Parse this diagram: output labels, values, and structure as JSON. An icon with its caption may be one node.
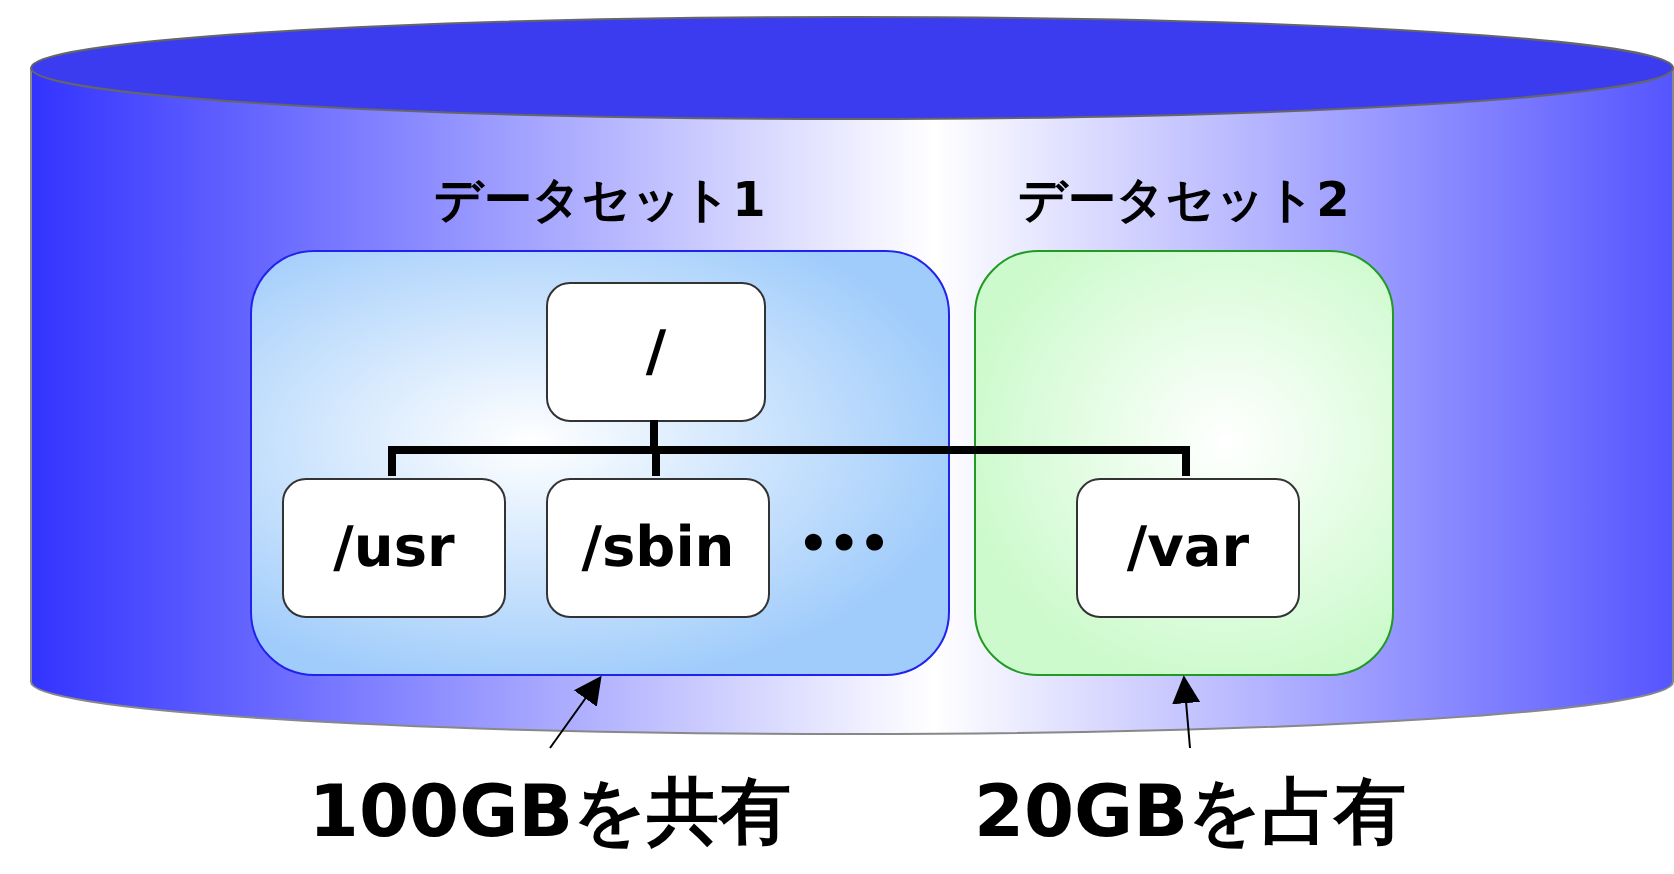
{
  "diagram": {
    "nodes": [
      {
        "text": [],
        "shape": "cylinder"
      },
      {
        "text": [
          "データセット1"
        ],
        "in": 0
      },
      {
        "text": [
          "データセット2"
        ],
        "in": 0
      },
      {
        "text": [
          "/"
        ],
        "in": 1
      },
      {
        "text": [
          "/usr"
        ],
        "in": 1
      },
      {
        "text": [
          "/sbin"
        ],
        "in": 1
      },
      {
        "text": [
          "/var"
        ],
        "in": 2
      },
      {
        "text": [
          "100GBを共有"
        ]
      },
      {
        "text": [
          "20GBを占有"
        ]
      }
    ],
    "edges": [
      {
        "from": 3,
        "to": 4,
        "arrow": "none"
      },
      {
        "from": 3,
        "to": 5,
        "arrow": "none"
      },
      {
        "from": 3,
        "to": 6,
        "arrow": "none"
      },
      {
        "from": 7,
        "to": 1,
        "arrow": "to"
      },
      {
        "from": 8,
        "to": 2,
        "arrow": "to"
      }
    ],
    "labels": [
      "•••"
    ]
  }
}
